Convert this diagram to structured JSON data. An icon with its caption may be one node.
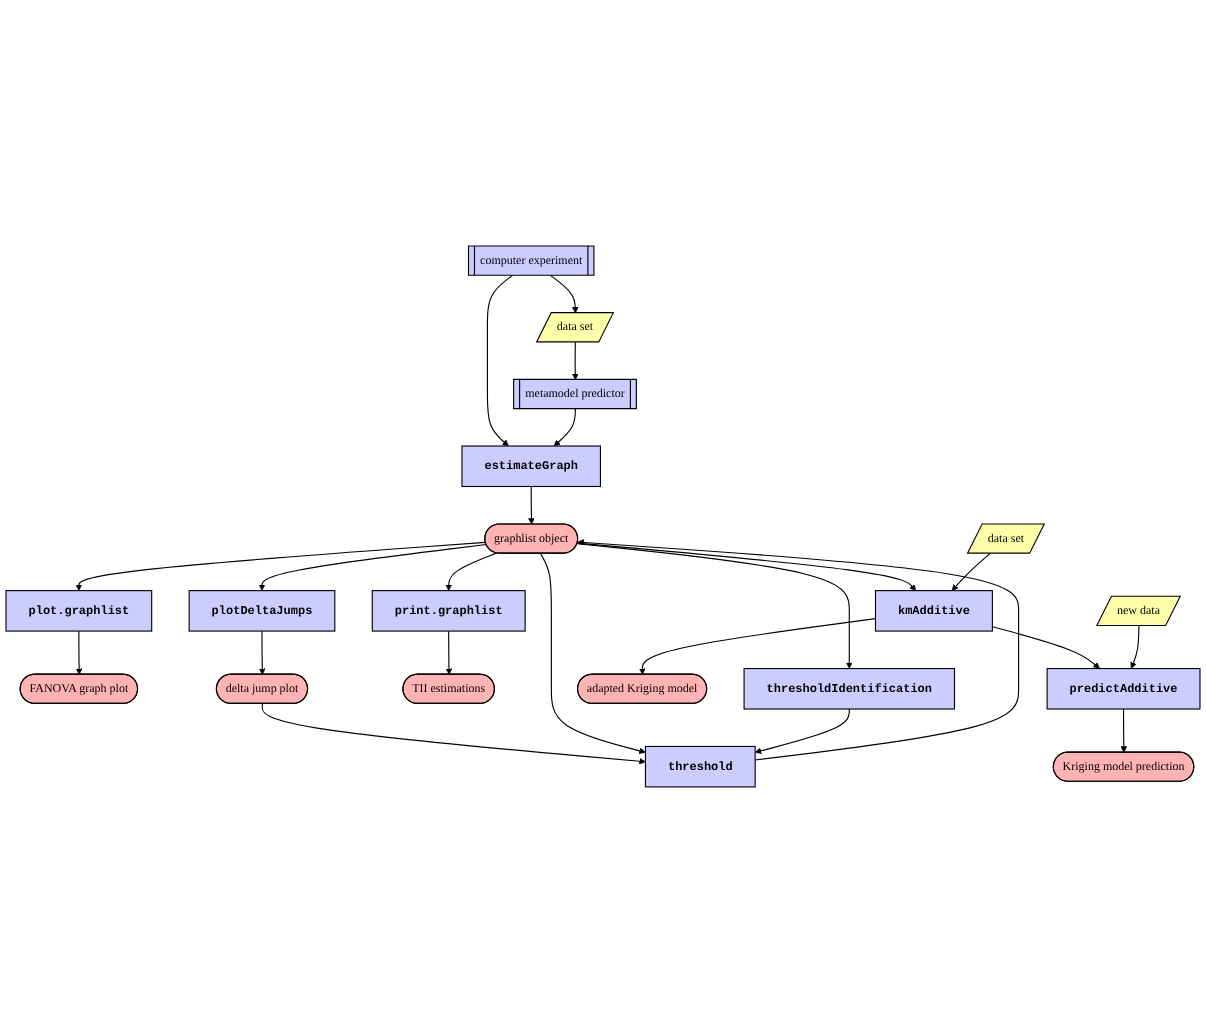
{
  "diagram": {
    "nodes": [
      {
        "text": [
          "computer experiment"
        ]
      },
      {
        "text": [
          "data set"
        ]
      },
      {
        "text": [
          "metamodel predictor"
        ]
      },
      {
        "text": [
          "estimateGraph"
        ]
      },
      {
        "text": [
          "FANOVA graph plot"
        ]
      },
      {
        "text": [
          "plot.graphlist"
        ]
      },
      {
        "text": [
          "plotDeltaJumps"
        ]
      },
      {
        "text": [
          "delta jump plot"
        ]
      },
      {
        "text": [
          "graphlist object"
        ]
      },
      {
        "text": [
          "threshold"
        ]
      },
      {
        "text": [
          "TII estimations"
        ]
      },
      {
        "text": [
          "print.graphlist"
        ]
      },
      {
        "text": [
          "thresholdIdentification"
        ]
      },
      {
        "text": [
          "adapted Kriging model"
        ]
      },
      {
        "text": [
          "kmAdditive"
        ]
      },
      {
        "text": [
          "data set"
        ]
      },
      {
        "text": [
          "Kriging model prediction"
        ]
      },
      {
        "text": [
          "predictAdditive"
        ]
      },
      {
        "text": [
          "new data"
        ]
      }
    ],
    "edges": [
      {
        "from": 0,
        "to": 1,
        "arrow": "to"
      },
      {
        "from": 1,
        "to": 2,
        "arrow": "to"
      },
      {
        "from": 0,
        "to": 3,
        "arrow": "to"
      },
      {
        "from": 2,
        "to": 3,
        "arrow": "to"
      },
      {
        "from": 3,
        "to": 8,
        "arrow": "to"
      },
      {
        "from": 8,
        "to": 5,
        "arrow": "to"
      },
      {
        "from": 5,
        "to": 4,
        "arrow": "to"
      },
      {
        "from": 8,
        "to": 6,
        "arrow": "to"
      },
      {
        "from": 6,
        "to": 7,
        "arrow": "to"
      },
      {
        "from": 7,
        "to": 9,
        "arrow": "to"
      },
      {
        "from": 8,
        "to": 9,
        "arrow": "to"
      },
      {
        "from": 9,
        "to": 8,
        "arrow": "to"
      },
      {
        "from": 8,
        "to": 11,
        "arrow": "to"
      },
      {
        "from": 11,
        "to": 10,
        "arrow": "to"
      },
      {
        "from": 8,
        "to": 12,
        "arrow": "to"
      },
      {
        "from": 12,
        "to": 9,
        "arrow": "to"
      },
      {
        "from": 8,
        "to": 14,
        "arrow": "to"
      },
      {
        "from": 14,
        "to": 13,
        "arrow": "to"
      },
      {
        "from": 15,
        "to": 14,
        "arrow": "to"
      },
      {
        "from": 14,
        "to": 17,
        "arrow": "to"
      },
      {
        "from": 17,
        "to": 16,
        "arrow": "to"
      },
      {
        "from": 18,
        "to": 17,
        "arrow": "to"
      }
    ]
  }
}
